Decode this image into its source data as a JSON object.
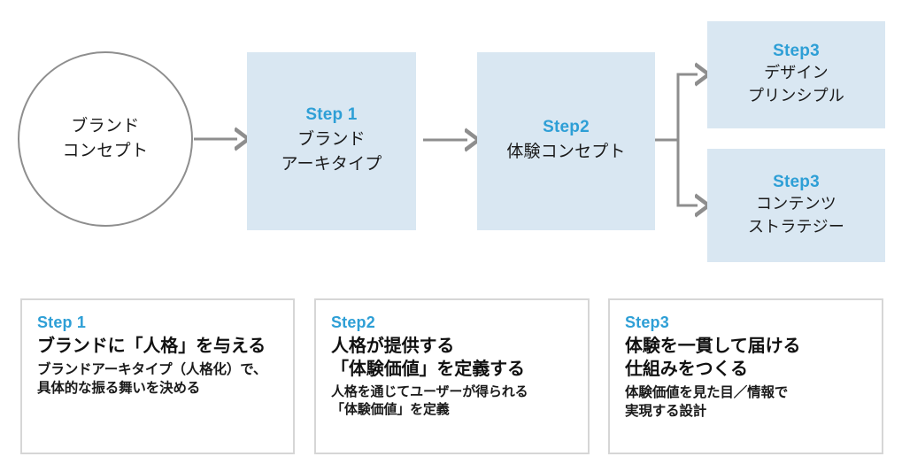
{
  "colors": {
    "box_fill": "#d9e7f2",
    "accent_blue": "#2e9fd6",
    "connector_gray": "#8e8e8e",
    "card_border": "#d6d6d6",
    "text_dark": "#1a1a1a",
    "background": "#ffffff"
  },
  "flow": {
    "start_node": {
      "shape": "circle",
      "body": "ブランド\nコンセプト",
      "body_line1": "ブランド",
      "body_line2": "コンセプト"
    },
    "nodes": [
      {
        "step": "Step 1",
        "body_line1": "ブランド",
        "body_line2": "アーキタイプ"
      },
      {
        "step": "Step2",
        "body_line1": "体験コンセプト",
        "body_line2": ""
      },
      {
        "step": "Step3",
        "body_line1": "デザイン",
        "body_line2": "プリンシプル"
      },
      {
        "step": "Step3",
        "body_line1": "コンテンツ",
        "body_line2": "ストラテジー"
      }
    ]
  },
  "cards": [
    {
      "step": "Step 1",
      "headline": "ブランドに「人格」を与える",
      "sub": "ブランドアーキタイプ（人格化）で、\n具体的な振る舞いを決める"
    },
    {
      "step": "Step2",
      "headline": "人格が提供する\n「体験価値」を定義する",
      "sub": "人格を通じてユーザーが得られる\n「体験価値」を定義"
    },
    {
      "step": "Step3",
      "headline": "体験を一貫して届ける\n仕組みをつくる",
      "sub": "体験価値を見た目／情報で\n実現する設計"
    }
  ]
}
